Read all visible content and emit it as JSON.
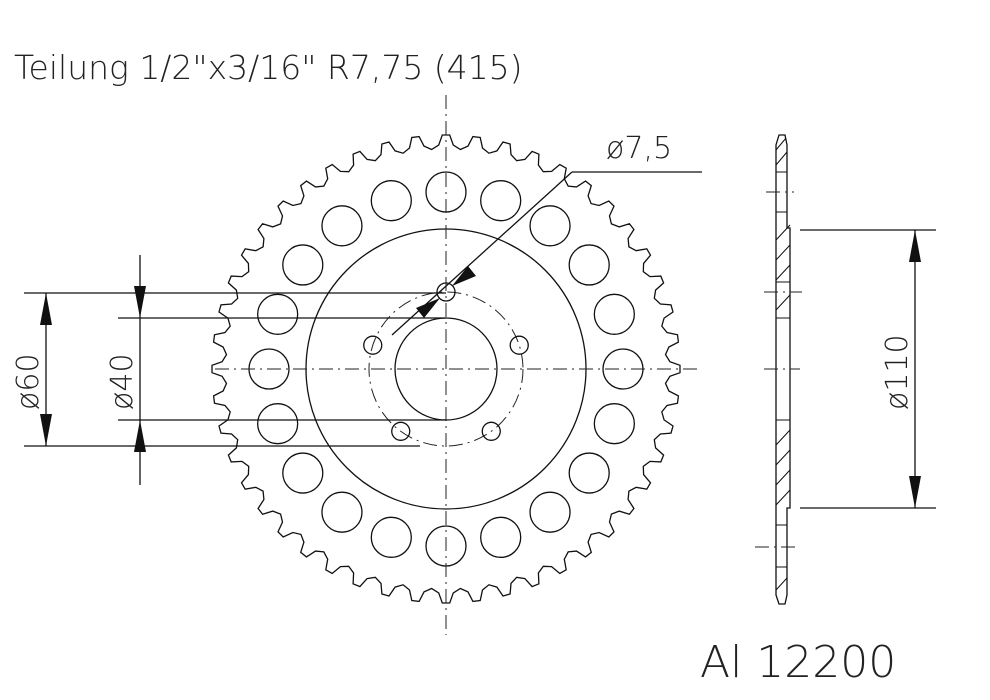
{
  "title": "Teilung 1/2\"x3/16\" R7,75 (415)",
  "part_number": "Al 12200",
  "dimensions": {
    "bolt_hole": "ø7,5",
    "bolt_circle": "ø60",
    "center_bore": "ø40",
    "hub_diameter": "ø110"
  },
  "colors": {
    "line": "#111111",
    "background": "#ffffff"
  }
}
